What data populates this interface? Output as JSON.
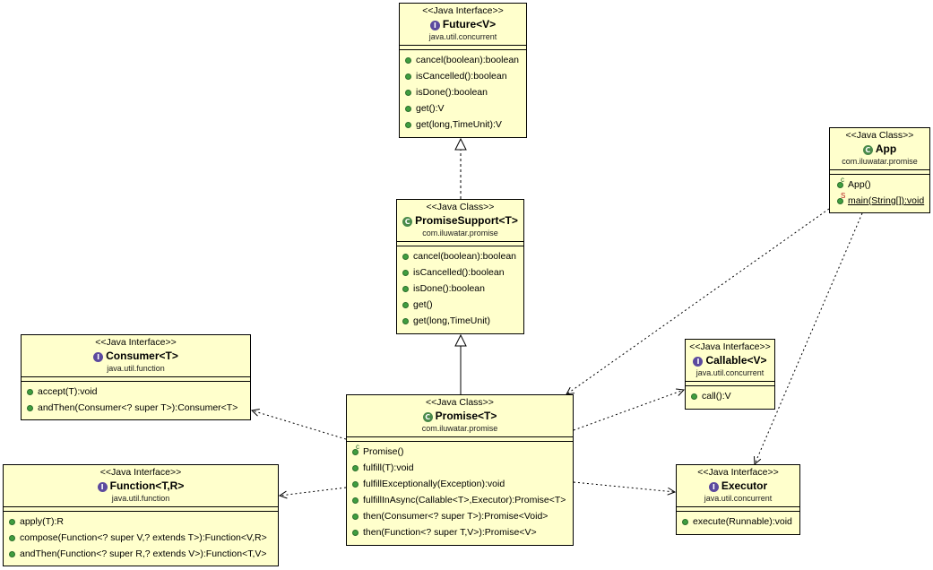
{
  "icons": {
    "interface": "I",
    "class": "C"
  },
  "boxes": {
    "future": {
      "stereotype": "<<Java Interface>>",
      "name": "Future<V>",
      "package": "java.util.concurrent",
      "operations": [
        "cancel(boolean):boolean",
        "isCancelled():boolean",
        "isDone():boolean",
        "get():V",
        "get(long,TimeUnit):V"
      ]
    },
    "promise_support": {
      "stereotype": "<<Java Class>>",
      "name": "PromiseSupport<T>",
      "package": "com.iluwatar.promise",
      "operations": [
        "cancel(boolean):boolean",
        "isCancelled():boolean",
        "isDone():boolean",
        "get()",
        "get(long,TimeUnit)"
      ]
    },
    "app": {
      "stereotype": "<<Java Class>>",
      "name": "App",
      "package": "com.iluwatar.promise",
      "operations": [
        "App()",
        "main(String[]):void"
      ]
    },
    "consumer": {
      "stereotype": "<<Java Interface>>",
      "name": "Consumer<T>",
      "package": "java.util.function",
      "operations": [
        "accept(T):void",
        "andThen(Consumer<? super T>):Consumer<T>"
      ]
    },
    "callable": {
      "stereotype": "<<Java Interface>>",
      "name": "Callable<V>",
      "package": "java.util.concurrent",
      "operations": [
        "call():V"
      ]
    },
    "promise": {
      "stereotype": "<<Java Class>>",
      "name": "Promise<T>",
      "package": "com.iluwatar.promise",
      "operations": [
        "Promise()",
        "fulfill(T):void",
        "fulfillExceptionally(Exception):void",
        "fulfillInAsync(Callable<T>,Executor):Promise<T>",
        "then(Consumer<? super T>):Promise<Void>",
        "then(Function<? super T,V>):Promise<V>"
      ]
    },
    "function": {
      "stereotype": "<<Java Interface>>",
      "name": "Function<T,R>",
      "package": "java.util.function",
      "operations": [
        "apply(T):R",
        "compose(Function<? super V,? extends T>):Function<V,R>",
        "andThen(Function<? super R,? extends V>):Function<T,V>"
      ]
    },
    "executor": {
      "stereotype": "<<Java Interface>>",
      "name": "Executor",
      "package": "java.util.concurrent",
      "operations": [
        "execute(Runnable):void"
      ]
    }
  },
  "modifiers": {
    "constructor": "c",
    "static": "S"
  }
}
